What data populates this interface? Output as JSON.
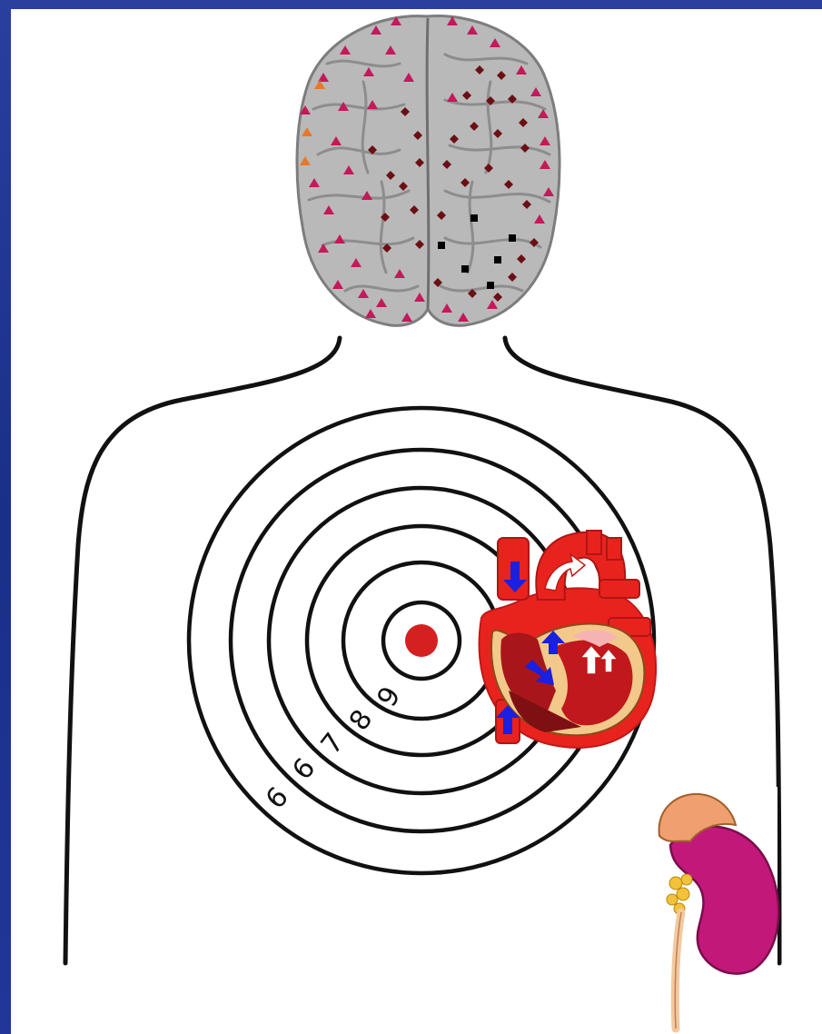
{
  "target": {
    "ring_labels": [
      "6",
      "6",
      "7",
      "8",
      "9"
    ]
  },
  "colors": {
    "background": "#1c2f8c",
    "slide": "#ffffff",
    "outline": "#111111",
    "bullseye": "#d42020",
    "heart_red": "#e8231d",
    "heart_dark": "#a8151a",
    "kidney": "#c2187a",
    "adrenal": "#f0a070",
    "electrode_triangle": "#c4195a",
    "electrode_diamond": "#6b0f14",
    "electrode_square": "#000000",
    "electrode_orange": "#e8782a",
    "arrow_blue": "#1a20e0"
  },
  "icons": [
    "brain-eeg-icon",
    "heart-anatomy-icon",
    "kidney-adrenal-icon"
  ]
}
